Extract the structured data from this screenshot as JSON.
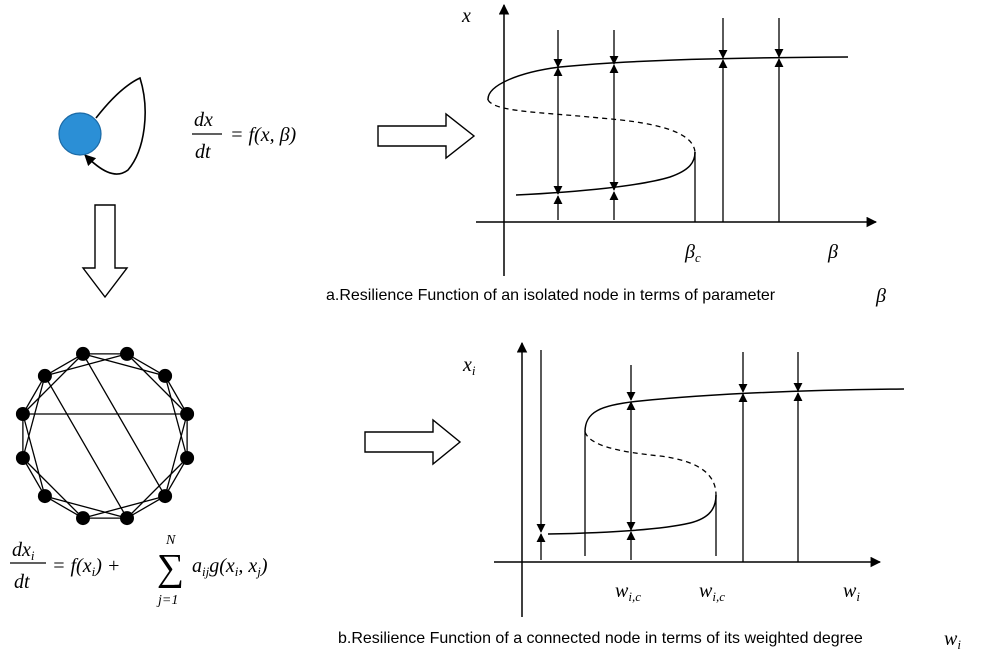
{
  "equation_isolated": {
    "numerator": "dx",
    "denominator": "dt",
    "rhs": "= f(x, β)"
  },
  "equation_network": {
    "numerator": "dx",
    "numerator_sub": "i",
    "denominator": "dt",
    "rhs_part1": "= f(x",
    "rhs_part1_sub": "i",
    "rhs_part1_close": ") +",
    "sum_upper": "N",
    "sum_lower": "j=1",
    "sum_symbol": "∑",
    "rhs_part2": "a",
    "rhs_part2_sub": "ij",
    "rhs_part2_g": "g(x",
    "rhs_part2_sub_i": "i",
    "rhs_part2_mid": ", x",
    "rhs_part2_sub_j": "j",
    "rhs_part2_close": ")"
  },
  "plot_a": {
    "y_label": "x",
    "critical_label": "β",
    "critical_sub": "c",
    "x_label": "β",
    "caption": "a.Resilience Function of an isolated node in terms of parameter",
    "caption_symbol": "β"
  },
  "plot_b": {
    "y_label": "x",
    "y_label_sub": "i",
    "critical_label_1": "w",
    "critical_label_1_sub": "i,c",
    "critical_label_2": "w",
    "critical_label_2_sub": "i,c",
    "x_label": "w",
    "x_label_sub": "i",
    "caption": "b.Resilience Function of a connected node in terms of its weighted degree",
    "caption_symbol": "w",
    "caption_symbol_sub": "i"
  },
  "colors": {
    "node_fill": "#2b8fd6",
    "node_stroke": "#1b6aa6",
    "network_node": "#000000",
    "line": "#000000"
  }
}
